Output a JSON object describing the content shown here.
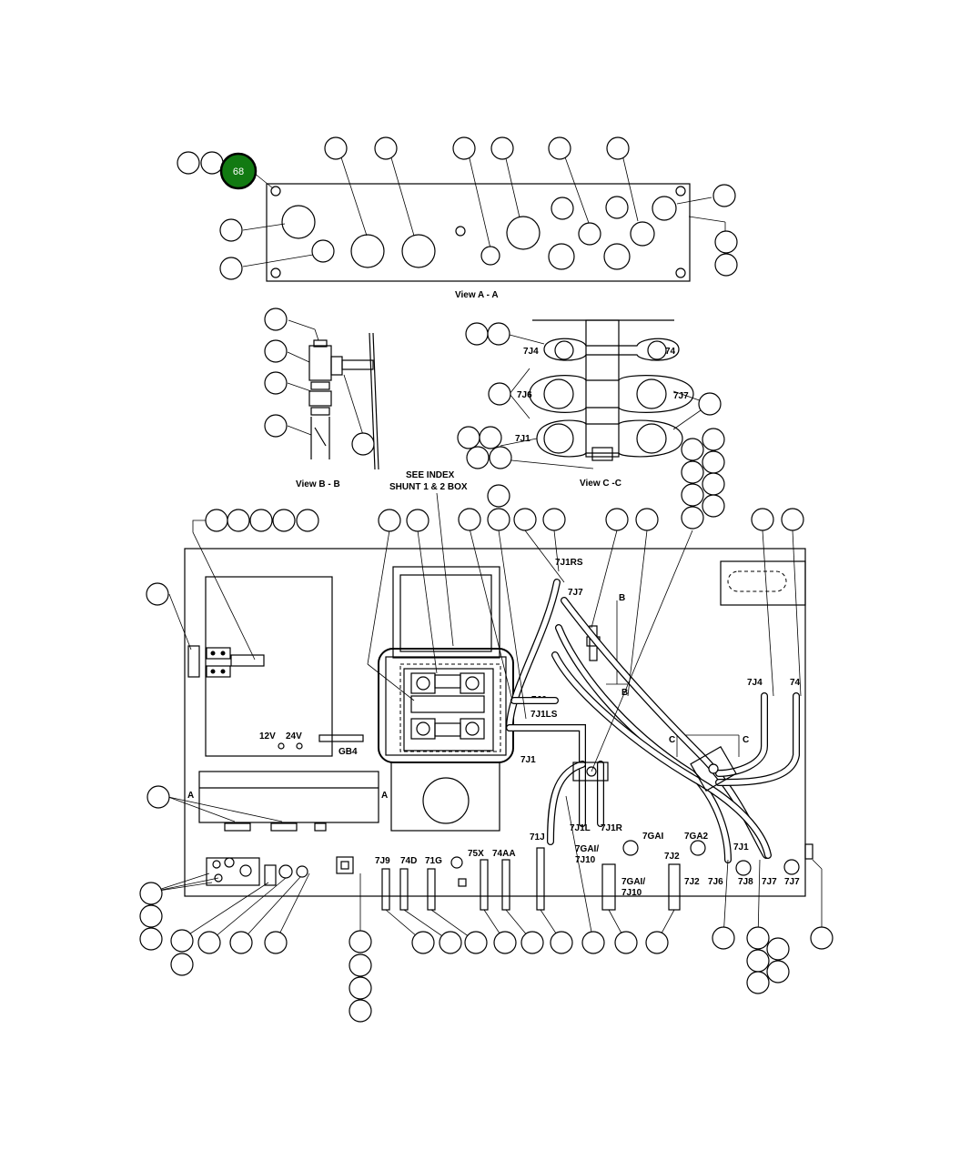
{
  "diagram": {
    "highlighted_callout": "68",
    "highlight_color": "#127a12",
    "view_a_title": "View A - A",
    "view_b_title": "View B - B",
    "view_c_title": "View C -C",
    "see_index_line1": "SEE INDEX",
    "see_index_line2": "SHUNT 1 & 2  BOX",
    "labels": {
      "c_7j4": "7J4",
      "c_74": "74",
      "c_7j6": "7J6",
      "c_7j7": "7J7",
      "c_7j1": "7J1",
      "m_7j1rs": "7J1RS",
      "m_7j7": "7J7",
      "m_b1": "B",
      "m_b2": "B",
      "m_7j6": "7J6",
      "m_7j1ls": "7J1LS",
      "m_7j1": "7J1",
      "m_7j4": "7J4",
      "m_74": "74",
      "m_c1": "C",
      "m_c2": "C",
      "m_12v": "12V",
      "m_24v": "24V",
      "m_gb4": "GB4",
      "m_a1": "A",
      "m_a2": "A",
      "b_7j9": "7J9",
      "b_74d": "74D",
      "b_71g": "71G",
      "b_75x": "75X",
      "b_74aa": "74AA",
      "b_71j": "71J",
      "b_7j1l": "7J1L",
      "b_7j1r": "7J1R",
      "b_7gai_a": "7GAI",
      "b_7ga2": "7GA2",
      "b_7gai_7j10_a1": "7GAI/",
      "b_7gai_7j10_a2": "7J10",
      "b_7gai_7j10_b1": "7GAI/",
      "b_7gai_7j10_b2": "7J10",
      "b_7j2_top": "7J2",
      "b_7j2": "7J2",
      "b_7j6": "7J6",
      "b_7j8": "7J8",
      "b_7j7a": "7J7",
      "b_7j7b": "7J7",
      "b_7j1": "7J1"
    }
  }
}
